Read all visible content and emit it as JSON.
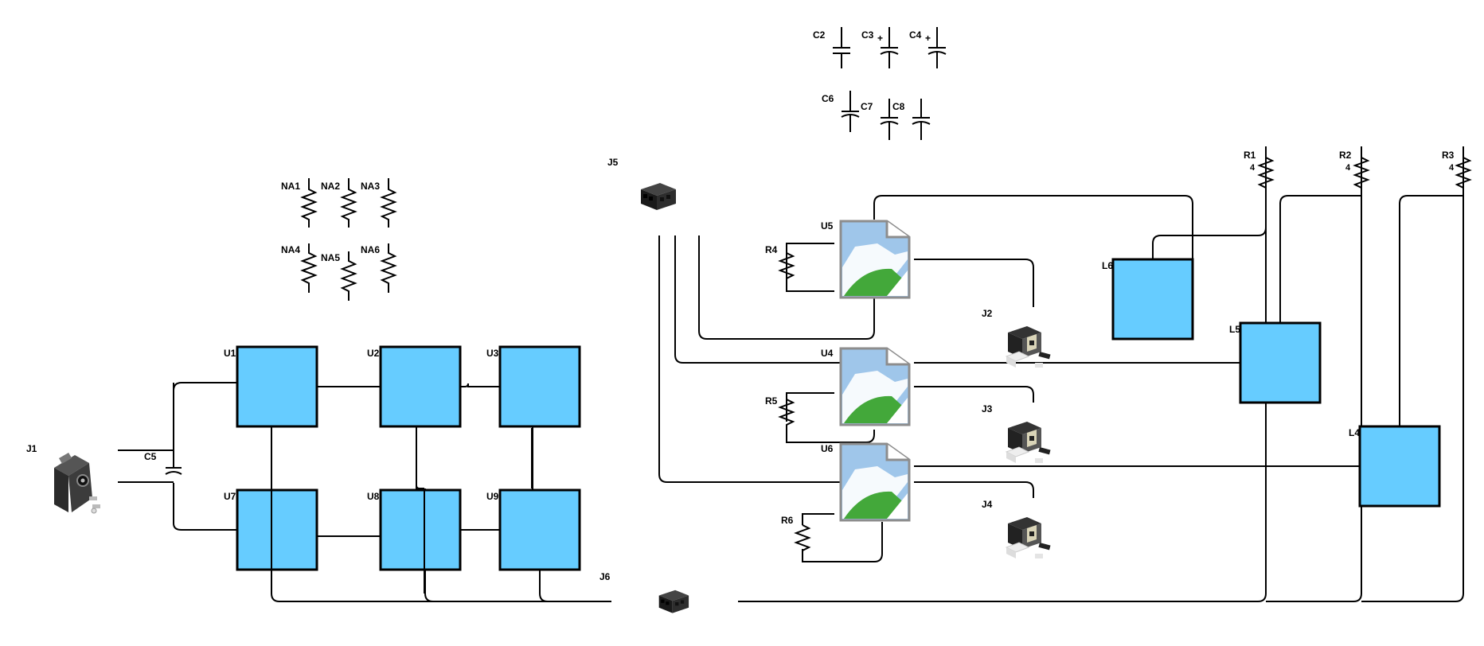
{
  "labels": {
    "C2": "C2",
    "C3": "C3",
    "C4": "C4",
    "C6": "C6",
    "C7": "C7",
    "C8": "C8",
    "C5": "C5",
    "NA1": "NA1",
    "NA2": "NA2",
    "NA3": "NA3",
    "NA4": "NA4",
    "NA5": "NA5",
    "NA6": "NA6",
    "U1": "U1",
    "U2": "U2",
    "U3": "U3",
    "U4": "U4",
    "U5": "U5",
    "U6": "U6",
    "U7": "U7",
    "U8": "U8",
    "U9": "U9",
    "J1": "J1",
    "J2": "J2",
    "J3": "J3",
    "J4": "J4",
    "J5": "J5",
    "J6": "J6",
    "R1": "R1",
    "R2": "R2",
    "R3": "R3",
    "R4": "R4",
    "R5": "R5",
    "R6": "R6",
    "L4": "L4",
    "L5": "L5",
    "L6": "L6"
  },
  "values": {
    "R1": "4",
    "R2": "4",
    "R3": "4"
  },
  "polarity": {
    "C3": "+",
    "C4": "+"
  },
  "colors": {
    "block_fill": "#66ccff",
    "wire": "#000000"
  },
  "icons": {
    "J1": "power-switch-connector-icon",
    "J2": "rj45-jack-icon",
    "J3": "rj45-jack-icon",
    "J4": "rj45-jack-icon",
    "J5": "terminal-block-icon",
    "J6": "terminal-block-icon",
    "U4": "broken-image-icon",
    "U5": "broken-image-icon",
    "U6": "broken-image-icon"
  }
}
